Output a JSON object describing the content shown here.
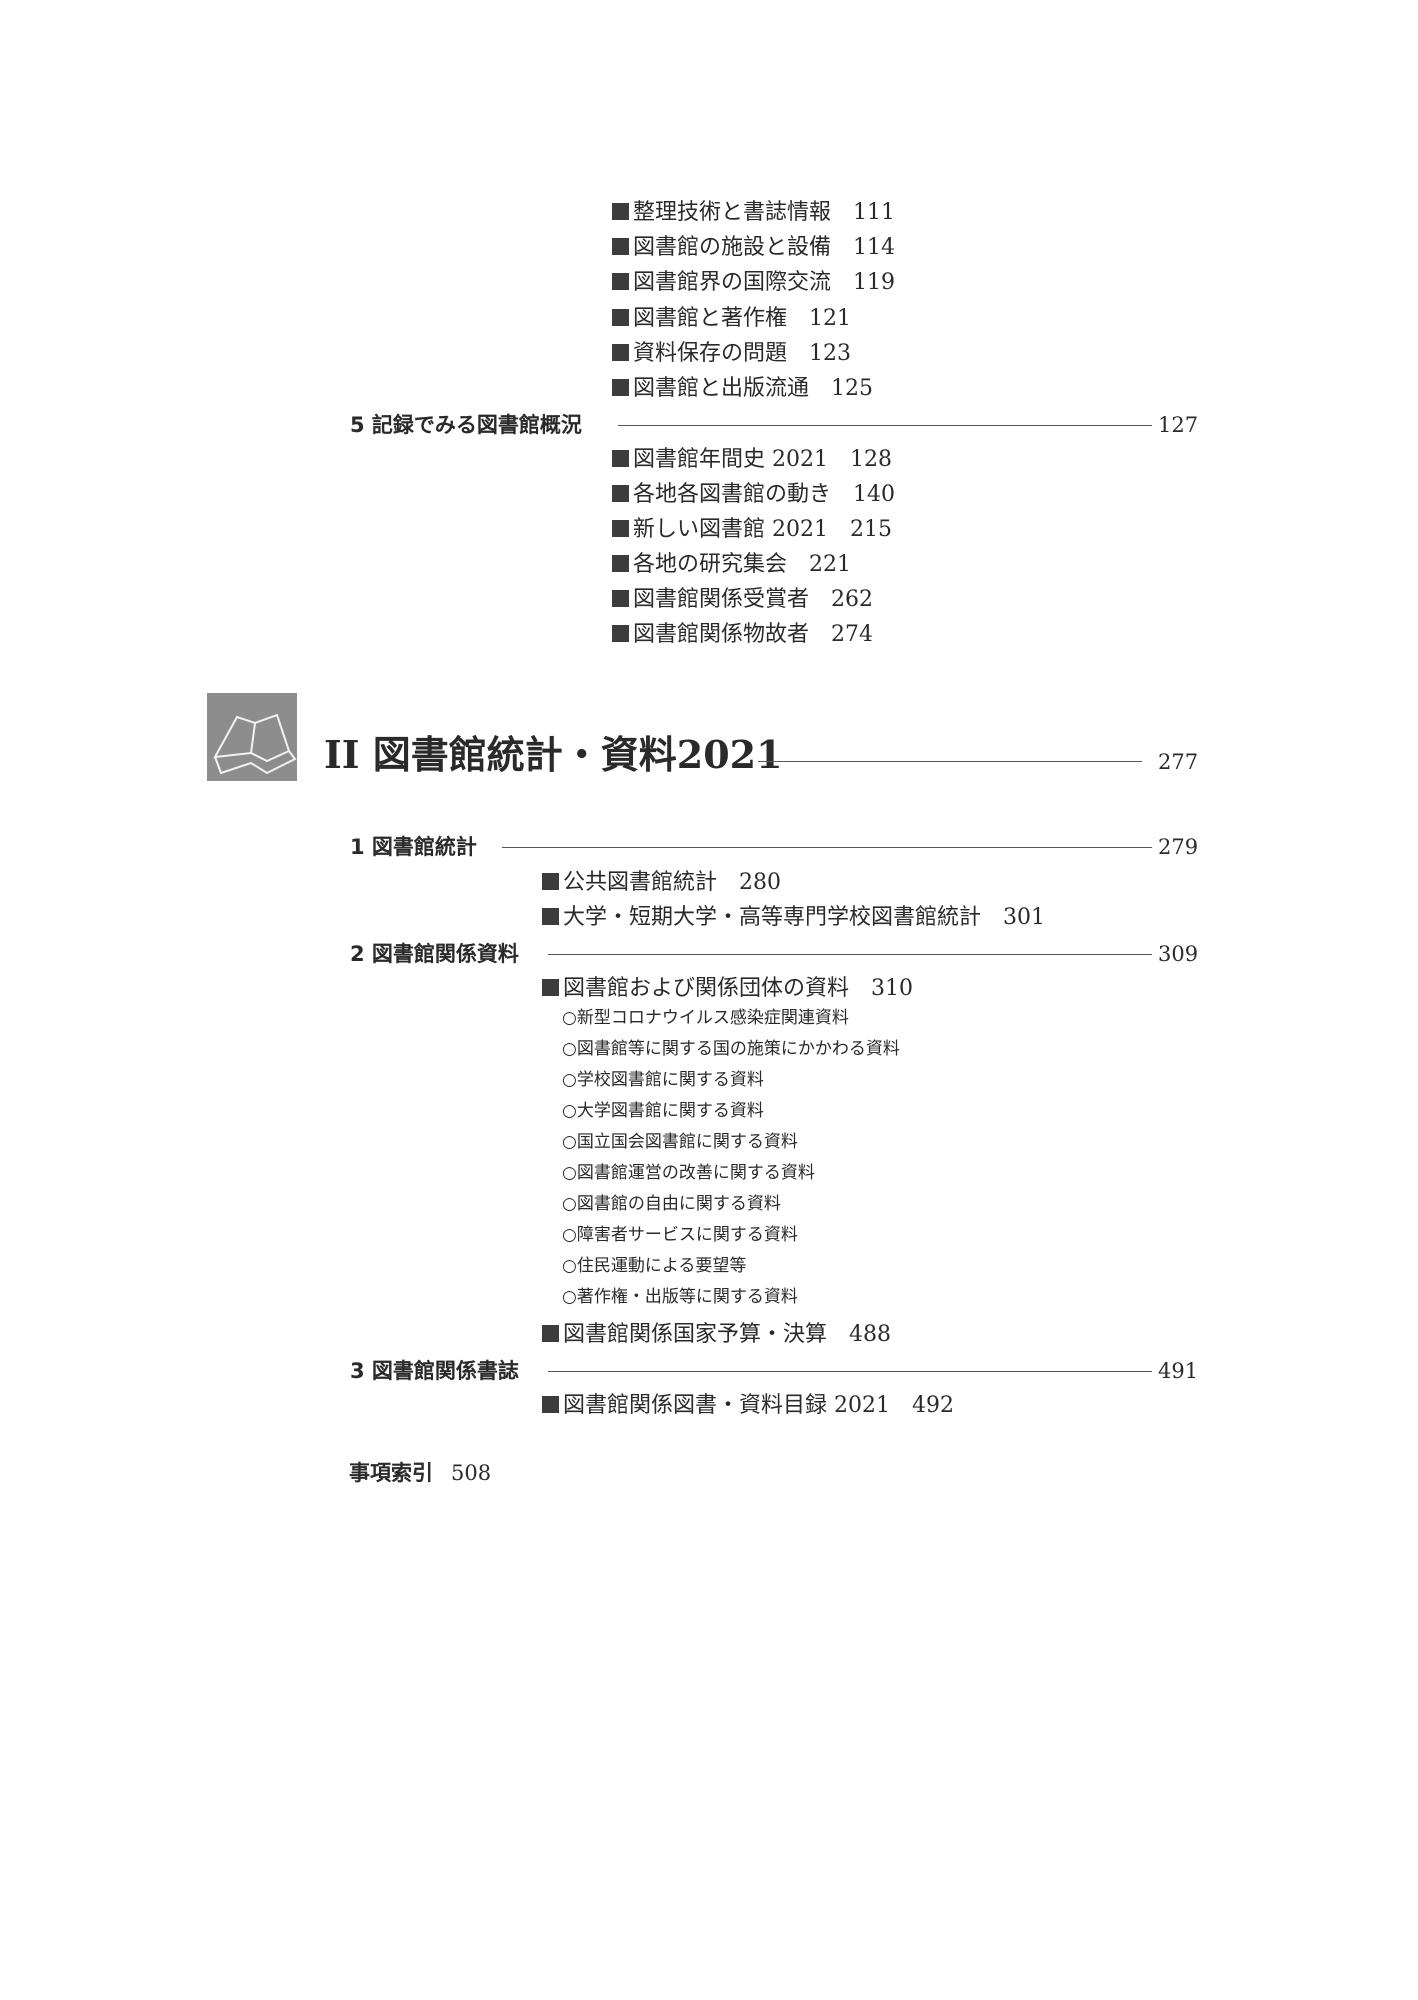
{
  "group1": [
    {
      "title": "整理技術と書誌情報",
      "page": "111"
    },
    {
      "title": "図書館の施設と設備",
      "page": "114"
    },
    {
      "title": "図書館界の国際交流",
      "page": "119"
    },
    {
      "title": "図書館と著作権",
      "page": "121"
    },
    {
      "title": "資料保存の問題",
      "page": "123"
    },
    {
      "title": "図書館と出版流通",
      "page": "125"
    }
  ],
  "section5": {
    "label": "5 記録でみる図書館概況",
    "page": "127"
  },
  "group5": [
    {
      "title": "図書館年間史 2021",
      "page": "128"
    },
    {
      "title": "各地各図書館の動き",
      "page": "140"
    },
    {
      "title": "新しい図書館 2021",
      "page": "215"
    },
    {
      "title": "各地の研究集会",
      "page": "221"
    },
    {
      "title": "図書館関係受賞者",
      "page": "262"
    },
    {
      "title": "図書館関係物故者",
      "page": "274"
    }
  ],
  "part2": {
    "title": "II 図書館統計・資料2021",
    "page": "277"
  },
  "section1": {
    "label": "1 図書館統計",
    "page": "279"
  },
  "group_s1": [
    {
      "title": "公共図書館統計",
      "page": "280"
    },
    {
      "title": "大学・短期大学・高等専門学校図書館統計",
      "page": "301"
    }
  ],
  "section2": {
    "label": "2 図書館関係資料",
    "page": "309"
  },
  "group_s2_main": {
    "title": "図書館および関係団体の資料",
    "page": "310"
  },
  "group_s2_sub": [
    "○新型コロナウイルス感染症関連資料",
    "○図書館等に関する国の施策にかかわる資料",
    "○学校図書館に関する資料",
    "○大学図書館に関する資料",
    "○国立国会図書館に関する資料",
    "○図書館運営の改善に関する資料",
    "○図書館の自由に関する資料",
    "○障害者サービスに関する資料",
    "○住民運動による要望等",
    "○著作権・出版等に関する資料"
  ],
  "group_s2_budget": {
    "title": "図書館関係国家予算・決算",
    "page": "488"
  },
  "section3": {
    "label": "3 図書館関係書誌",
    "page": "491"
  },
  "group_s3": {
    "title": "図書館関係図書・資料目録 2021",
    "page": "492"
  },
  "index": {
    "label": "事項索引",
    "page": "508"
  }
}
